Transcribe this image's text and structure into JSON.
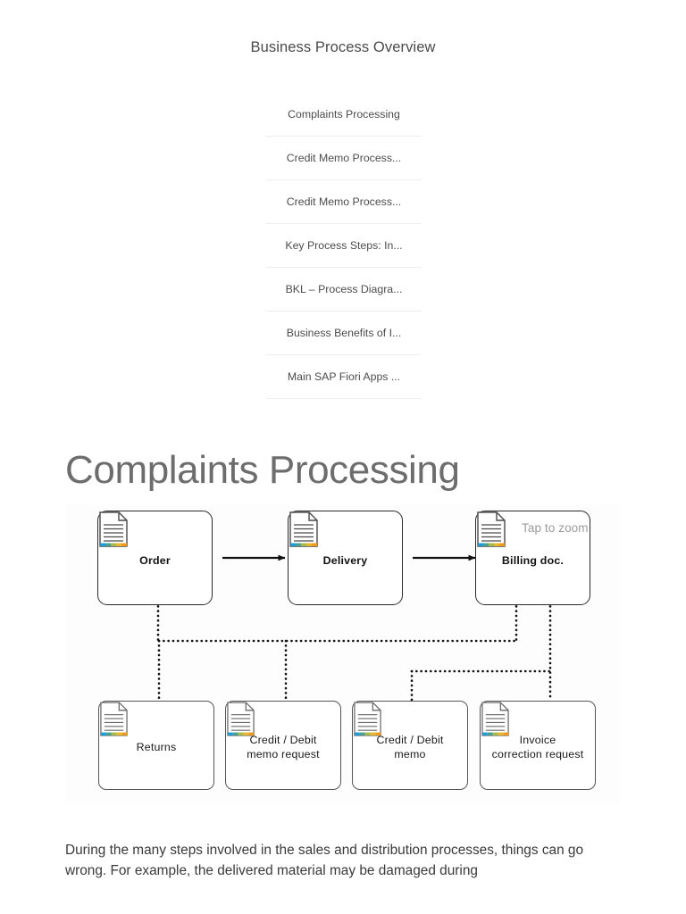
{
  "header": {
    "title": "Business Process Overview"
  },
  "toc": {
    "items": [
      {
        "label": "Complaints Processing"
      },
      {
        "label": "Credit Memo Process..."
      },
      {
        "label": "Credit Memo Process..."
      },
      {
        "label": "Key Process Steps: In..."
      },
      {
        "label": "BKL – Process Diagra..."
      },
      {
        "label": "Business Benefits of I..."
      },
      {
        "label": "Main SAP Fiori Apps ..."
      }
    ]
  },
  "section": {
    "heading": "Complaints Processing"
  },
  "diagram": {
    "overlay_hint": "Tap to zoom",
    "icon_name": "document-icon",
    "icon_colors": [
      "#1b9dd9",
      "#4b9f8e",
      "#a9b84a",
      "#e8b62c",
      "#ef9b20"
    ],
    "main_flow": [
      {
        "label": "Order"
      },
      {
        "label": "Delivery"
      },
      {
        "label": "Billing doc."
      }
    ],
    "outcomes": [
      {
        "label": "Returns"
      },
      {
        "label": "Credit / Debit\nmemo request"
      },
      {
        "label": "Credit / Debit\nmemo"
      },
      {
        "label": "Invoice\ncorrection request"
      }
    ]
  },
  "body": {
    "paragraph": "During the many steps involved in the sales and distribution processes, things can go wrong. For example, the delivered material may be damaged during"
  }
}
